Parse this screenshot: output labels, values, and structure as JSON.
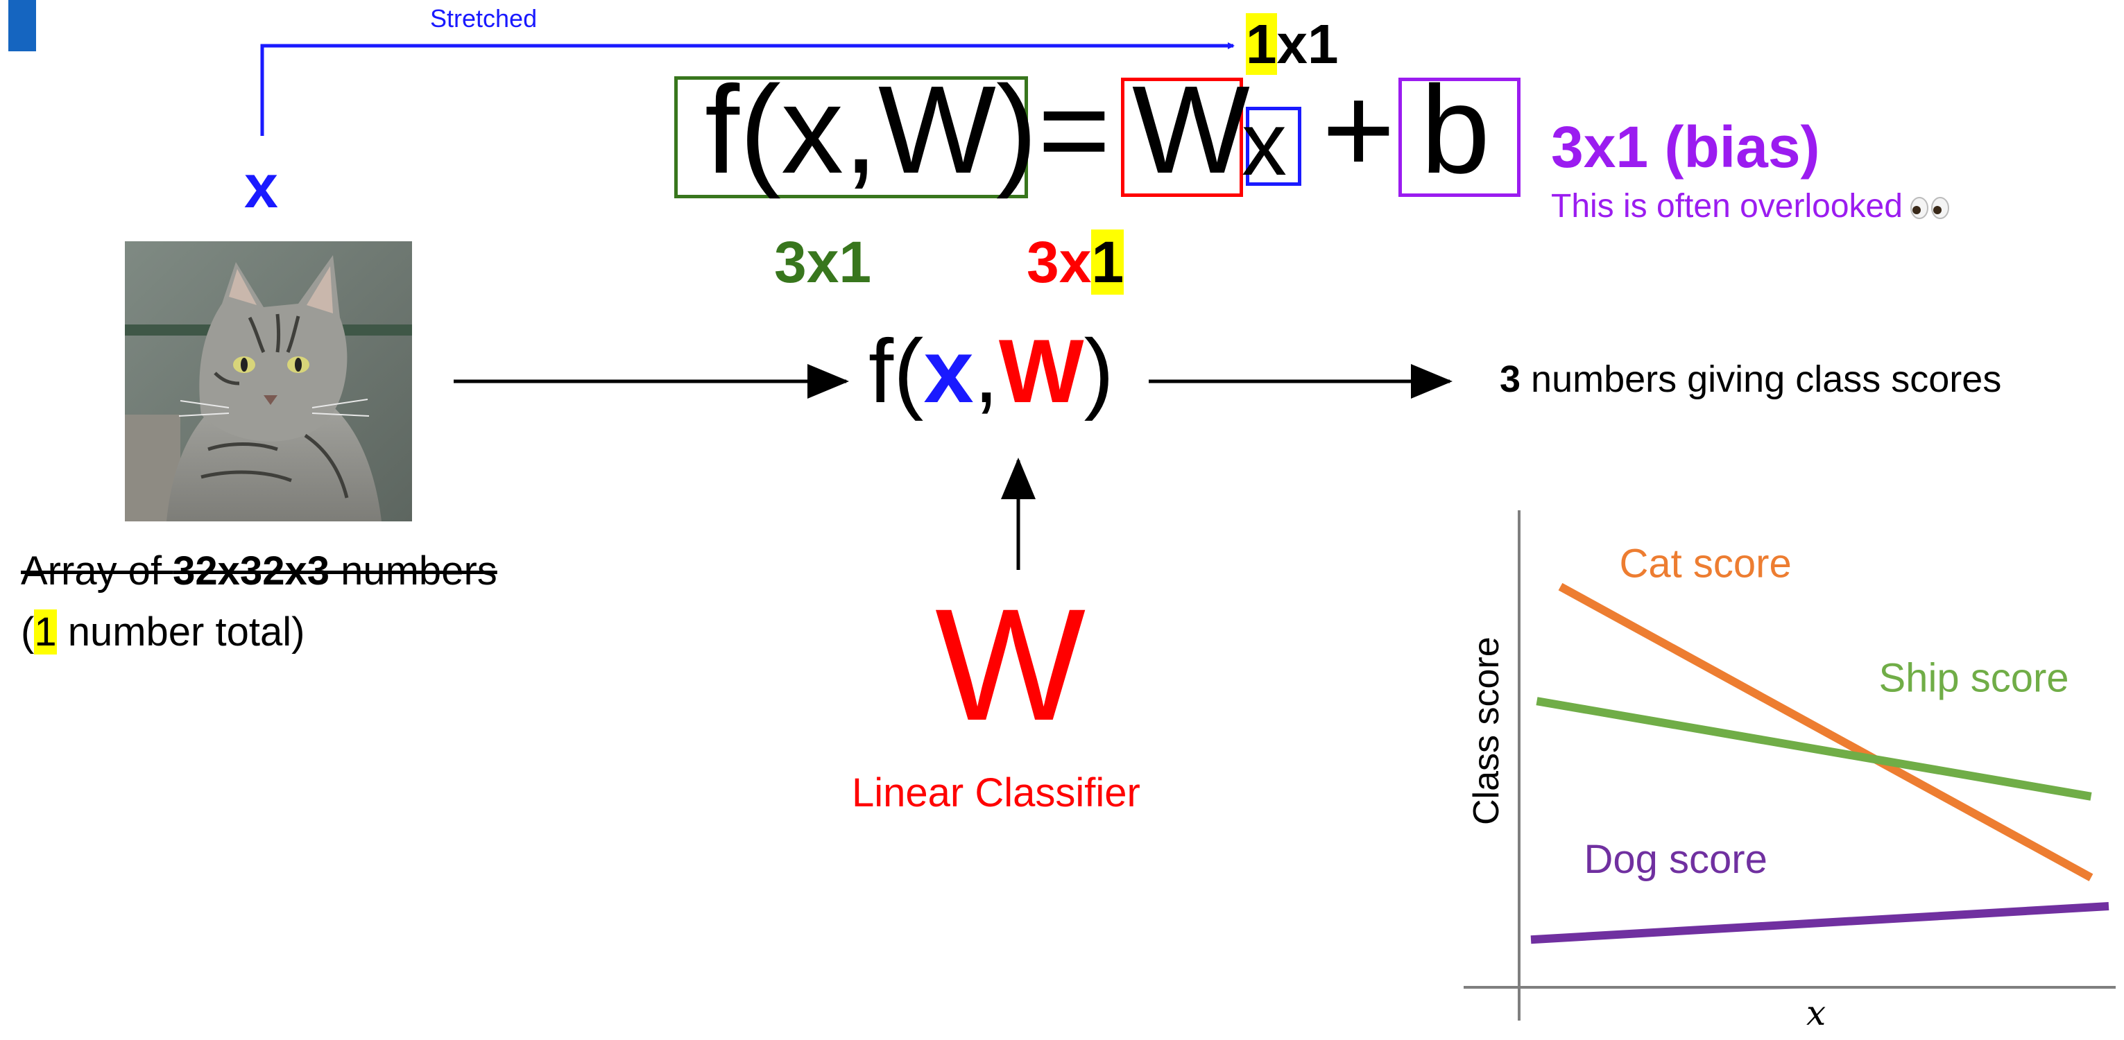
{
  "stretched_label": "Stretched",
  "x_label": "x",
  "top_dim": {
    "highlight": "1",
    "rest": "x1"
  },
  "equation": {
    "f": "f(x,W)",
    "equals": "=",
    "w": "W",
    "x": "x",
    "plus": "+",
    "b": "b"
  },
  "bias": {
    "dims": "3x1 (bias)",
    "note": "This is often overlooked",
    "icon": "eyes-emoji-icon"
  },
  "output_dim": "3x1",
  "weight_dim": {
    "prefix": "3x",
    "highlight": "1"
  },
  "function_call": {
    "f_open": "f(",
    "x": "x",
    "comma": ",",
    "w": "W",
    "close": ")"
  },
  "scores_text": {
    "number": "3",
    "rest": " numbers giving class scores"
  },
  "input_text": {
    "line1_prefix": "Array of ",
    "line1_bold": "32x32x3",
    "line1_suffix": " numbers",
    "line2_open": "(",
    "line2_highlight": "1",
    "line2_rest": " number total)"
  },
  "weights_symbol": "W",
  "classifier_label": "Linear Classifier",
  "colors": {
    "blue": "#1a1aff",
    "green": "#38761d",
    "red": "#ff0000",
    "purple": "#9b1cf0",
    "highlight": "#ffff00",
    "cat_line": "#ed7d31",
    "ship_line": "#70ad47",
    "dog_line": "#7030a0"
  },
  "chart_data": {
    "type": "line",
    "xlabel": "x",
    "ylabel": "Class score",
    "series": [
      {
        "name": "Cat score",
        "x": [
          0.07,
          0.97
        ],
        "y": [
          0.84,
          0.23
        ]
      },
      {
        "name": "Ship score",
        "x": [
          0.03,
          0.97
        ],
        "y": [
          0.6,
          0.4
        ]
      },
      {
        "name": "Dog score",
        "x": [
          0.02,
          1.0
        ],
        "y": [
          0.1,
          0.17
        ]
      }
    ],
    "xlim": [
      0,
      1
    ],
    "ylim": [
      0,
      1
    ],
    "grid": false
  }
}
